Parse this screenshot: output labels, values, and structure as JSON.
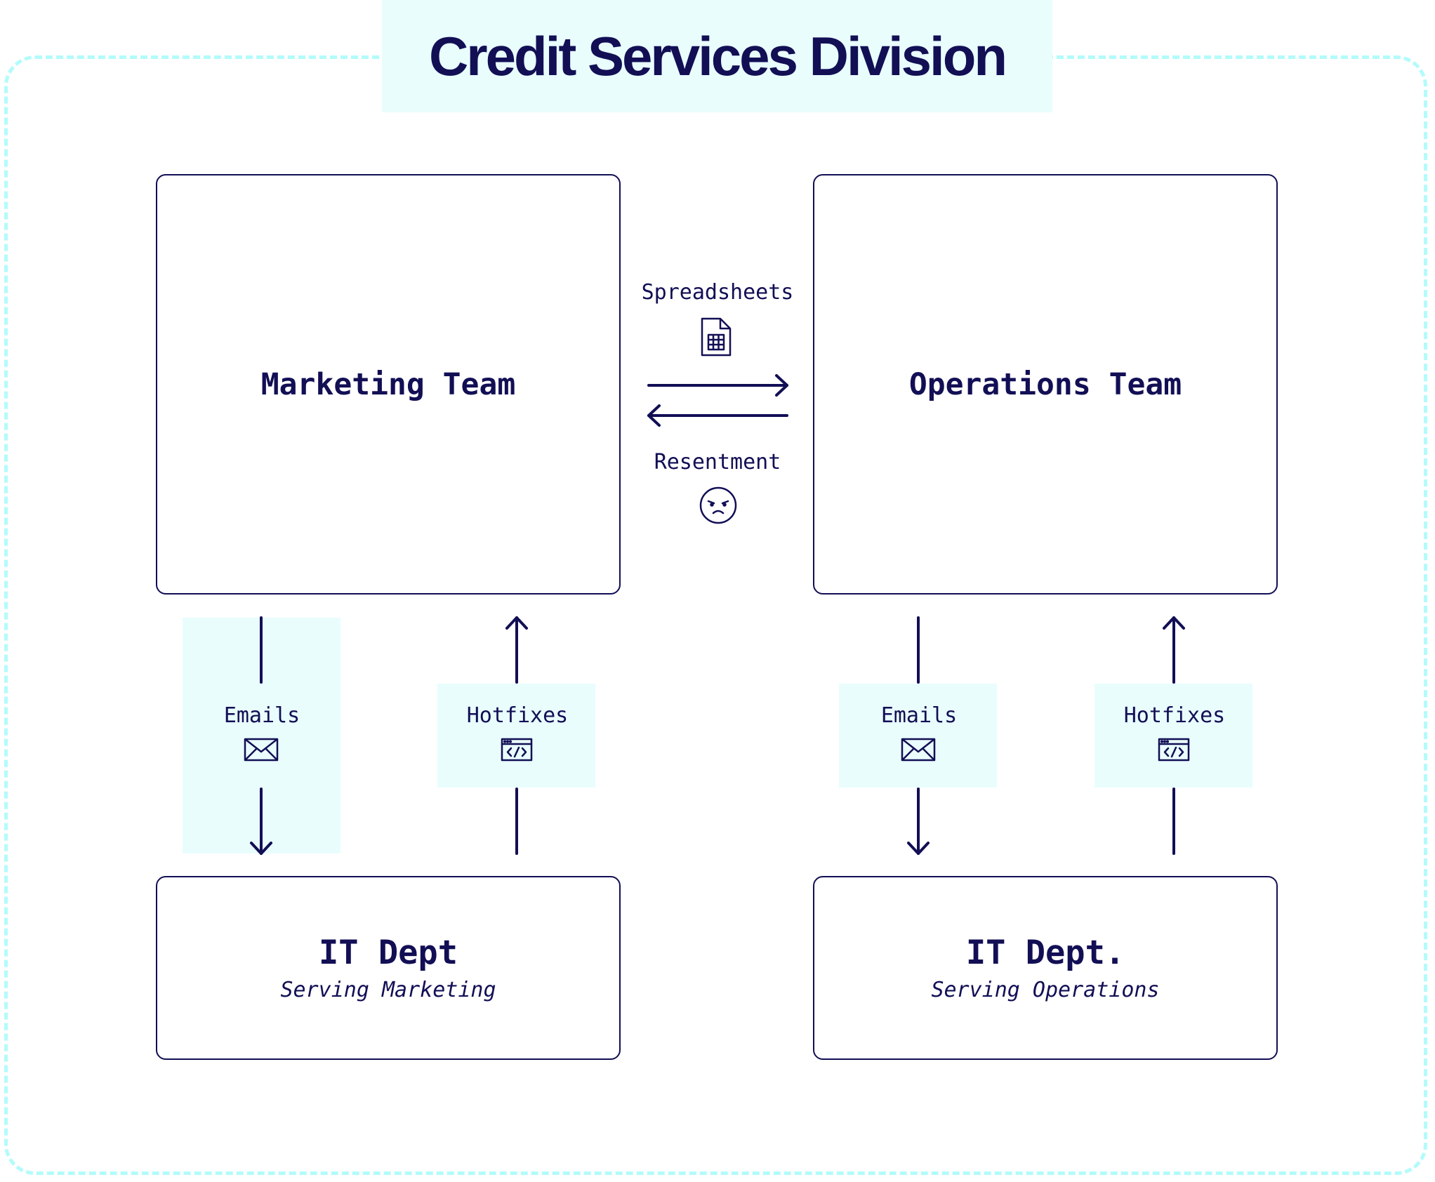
{
  "title": "Credit Services Division",
  "teams": {
    "marketing": {
      "label": "Marketing Team"
    },
    "operations": {
      "label": "Operations Team"
    }
  },
  "it_depts": {
    "marketing": {
      "title": "IT Dept",
      "subtitle": "Serving Marketing"
    },
    "operations": {
      "title": "IT Dept.",
      "subtitle": "Serving Operations"
    }
  },
  "exchange": {
    "forward_label": "Spreadsheets",
    "forward_icon": "spreadsheet-icon",
    "backward_label": "Resentment",
    "backward_icon": "frowning-face-icon"
  },
  "flows": {
    "marketing_emails": {
      "label": "Emails",
      "icon": "envelope-icon"
    },
    "marketing_hotfixes": {
      "label": "Hotfixes",
      "icon": "code-window-icon"
    },
    "operations_emails": {
      "label": "Emails",
      "icon": "envelope-icon"
    },
    "operations_hotfixes": {
      "label": "Hotfixes",
      "icon": "code-window-icon"
    }
  },
  "colors": {
    "ink": "#120f55",
    "accent_light": "#e9fdfd",
    "dashed_border": "#b3fbfb"
  }
}
